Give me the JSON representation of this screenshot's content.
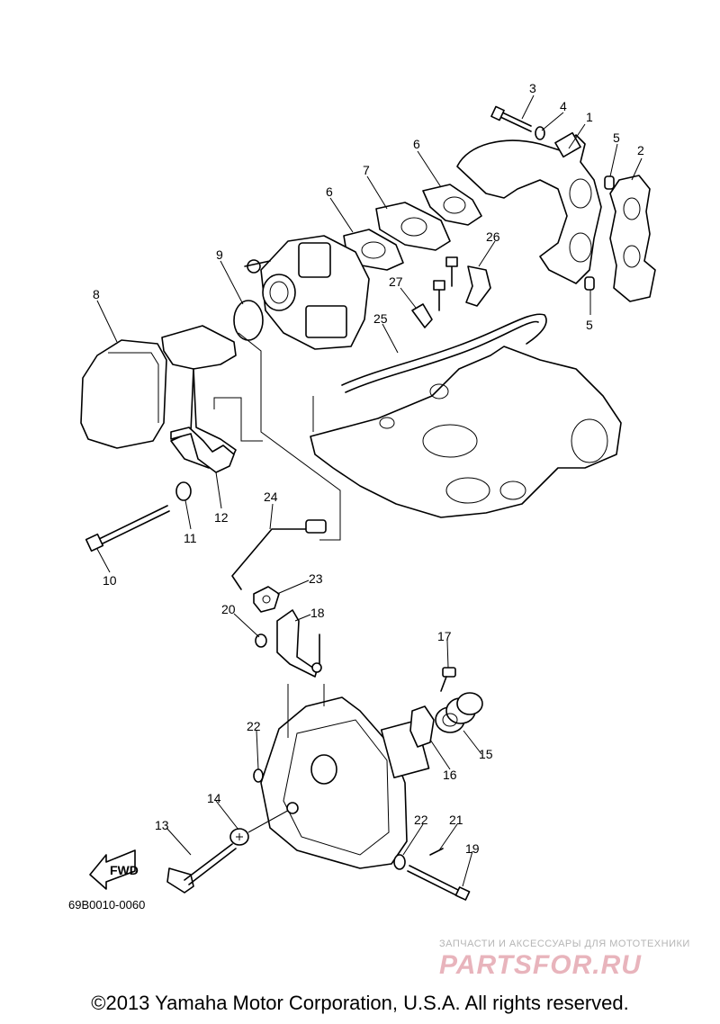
{
  "diagram": {
    "part_code": "69B0010-0060",
    "fwd_label": "FWD",
    "callouts": [
      "1",
      "2",
      "3",
      "4",
      "5",
      "5",
      "6",
      "6",
      "7",
      "8",
      "9",
      "10",
      "11",
      "12",
      "13",
      "14",
      "15",
      "16",
      "17",
      "18",
      "19",
      "20",
      "21",
      "22",
      "22",
      "23",
      "24",
      "25",
      "26",
      "27"
    ]
  },
  "watermark": {
    "line1": "ЗАПЧАСТИ И АКСЕССУАРЫ ДЛЯ МОТОТЕХНИКИ",
    "line2": "PARTSFOR.RU"
  },
  "footer": {
    "copyright": "©2013 Yamaha Motor Corporation, U.S.A. All rights reserved."
  }
}
